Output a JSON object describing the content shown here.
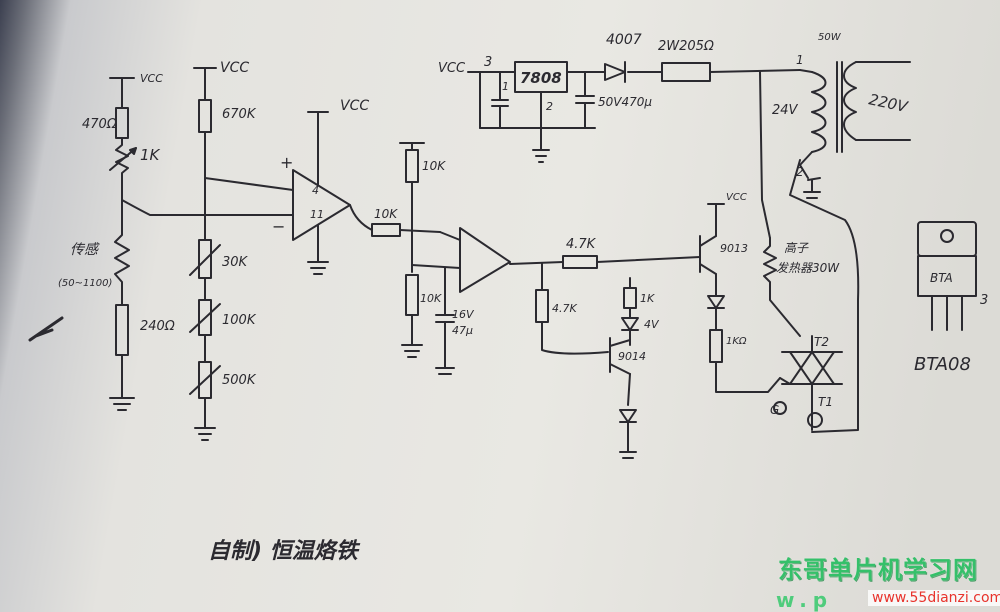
{
  "labels": {
    "vcc1": "VCC",
    "vcc2": "VCC",
    "vcc3": "VCC",
    "vcc4": "VCC",
    "vcc_reg_pin": "3",
    "r470": "470Ω",
    "pot1k": "1K",
    "sensor": "传感",
    "sensor_range": "(50~1100)",
    "r240": "240Ω",
    "r670k": "670K",
    "pot30k": "30K",
    "pot100k": "100K",
    "pot500k": "500K",
    "opamp_plus": "+",
    "opamp_minus": "−",
    "opamp_pin4": "4",
    "opamp_pin11": "11",
    "r10k_series": "10K",
    "r10k_top": "10K",
    "r10k_bottom": "10K",
    "cap16v": "16V",
    "cap47u": "47μ",
    "reg7808": "7808",
    "reg_pin1": "1",
    "reg_pin2": "2",
    "cap50v": "50V470μ",
    "diode4007": "4007",
    "r2w205": "2W205Ω",
    "xfmr_pin1": "1",
    "xfmr_pin2": "2",
    "xfmr_24v": "24V",
    "xfmr_50w": "50W",
    "xfmr_220v": "220V",
    "r4k7": "4.7K",
    "r4k7b": "4.7K",
    "r1k": "1K",
    "led_v": "4V",
    "q9014": "9014",
    "q9013": "9013",
    "vcc_q": "VCC",
    "heater": "高子",
    "heater_power": "发热器30W",
    "r_gate": "1KΩ",
    "triac_g": "G",
    "triac_t2": "T2",
    "triac_t1": "T1",
    "bta_model": "BTA08",
    "bta_body": "BTA",
    "bta_pin3": "3",
    "title": "自制) 恒温烙铁"
  },
  "watermark": {
    "cn": "东哥单片机学习网",
    "url": "www.55dianzi.com",
    "url_partial": "w.p"
  }
}
